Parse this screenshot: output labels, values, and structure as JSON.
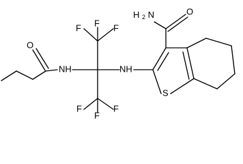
{
  "molecule": {
    "atoms": {
      "nh2": {
        "main": "H",
        "sub": "2",
        "tail": "N"
      },
      "o_amide": "O",
      "o_propionyl": "O",
      "nh_left": "NH",
      "nh_right": "NH",
      "s": "S",
      "f1": "F",
      "f2": "F",
      "f3": "F",
      "f4": "F",
      "f5": "F",
      "f6": "F"
    }
  }
}
